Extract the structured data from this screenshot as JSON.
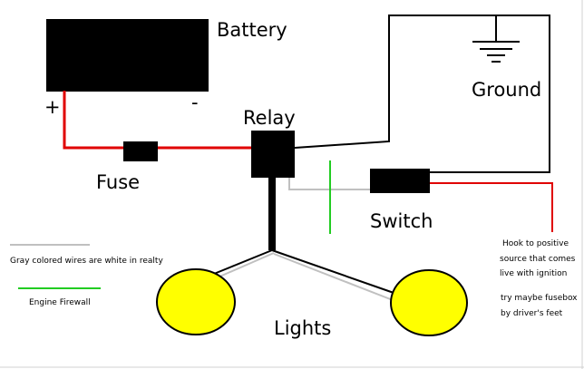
{
  "diagram": {
    "labels": {
      "battery": "Battery",
      "plus": "+",
      "minus": "-",
      "relay": "Relay",
      "ground": "Ground",
      "fuse": "Fuse",
      "switch": "Switch",
      "lights": "Lights"
    },
    "notes": {
      "legend_gray": "Gray colored wires are white in realty",
      "legend_firewall": "Engine Firewall",
      "hook_line1": "Hook to positive",
      "hook_line2": "source that comes",
      "hook_line3": "live with ignition",
      "try_line1": "try maybe fusebox",
      "try_line2": "by driver's feet"
    },
    "colors": {
      "wire_black": "#000000",
      "wire_red": "#e00000",
      "wire_gray": "#c0c0c0",
      "firewall_green": "#22cc22",
      "light_yellow": "#ffff00",
      "background": "#ffffff"
    }
  }
}
